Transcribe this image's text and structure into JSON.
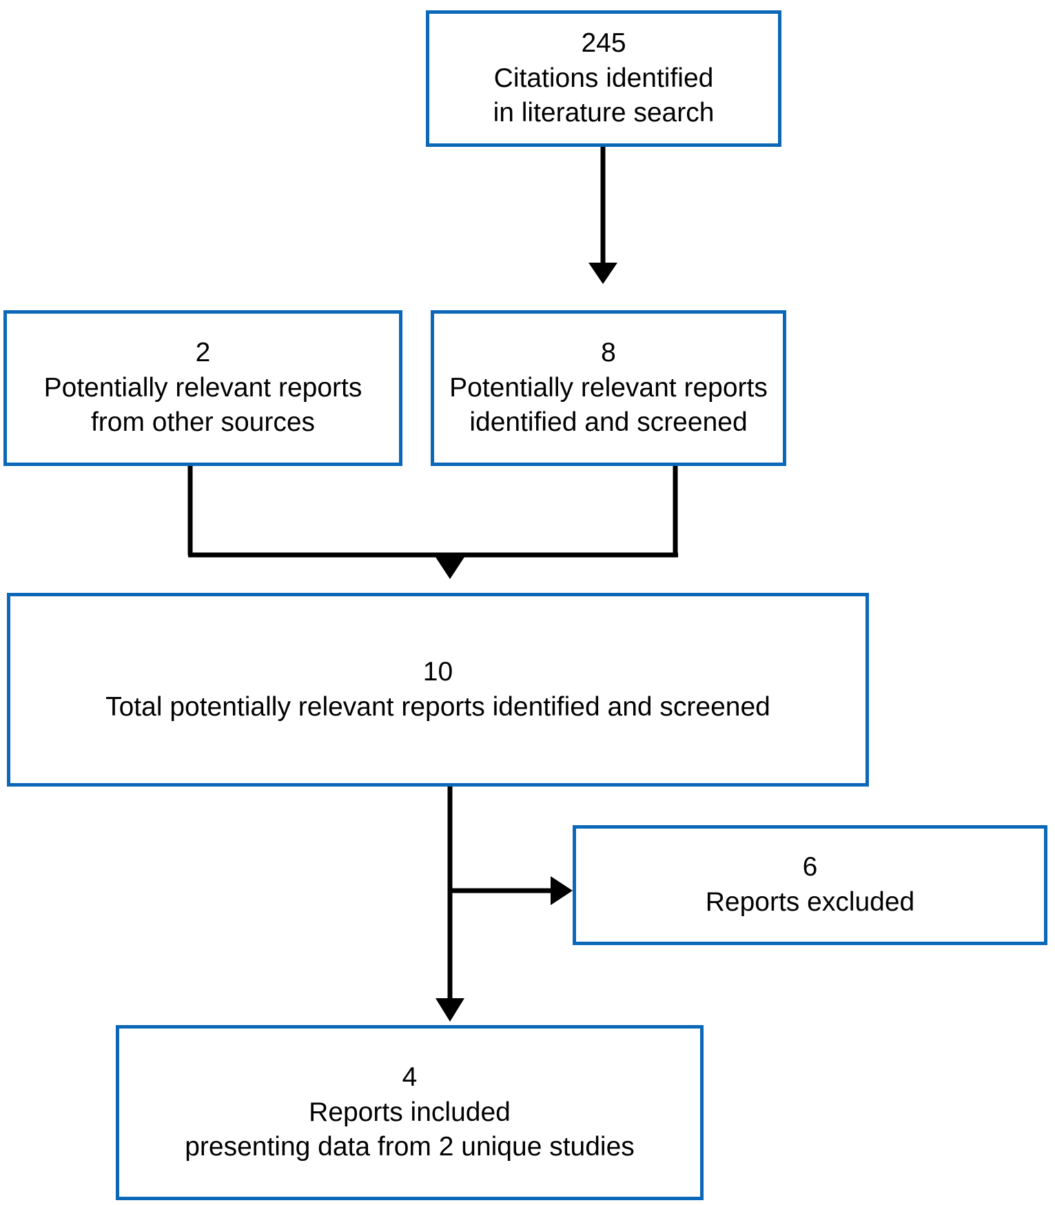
{
  "diagram": {
    "title": "PRISMA-style study selection flow diagram",
    "type": "flowchart",
    "colors": {
      "box_border": "#0b68b8",
      "arrow": "#000000",
      "text": "#000000",
      "background": "#ffffff"
    },
    "nodes": [
      {
        "id": "identified",
        "count": "245",
        "lines": [
          "Citations identified",
          "in literature search"
        ]
      },
      {
        "id": "other_sources",
        "count": "2",
        "lines": [
          "Potentially relevant reports",
          "from other sources"
        ]
      },
      {
        "id": "screened",
        "count": "8",
        "lines": [
          "Potentially relevant reports",
          "identified and screened"
        ]
      },
      {
        "id": "total",
        "count": "10",
        "lines": [
          "Total potentially relevant reports identified and screened"
        ]
      },
      {
        "id": "excluded",
        "count": "6",
        "lines": [
          "Reports excluded"
        ]
      },
      {
        "id": "included",
        "count": "4",
        "lines": [
          "Reports included",
          "presenting data from 2 unique studies"
        ]
      }
    ],
    "edges": [
      {
        "id": "identified-to-screened",
        "from": "identified",
        "to": "screened",
        "arrow": "down"
      },
      {
        "id": "other-sources-to-total",
        "from": "other_sources",
        "to": "total",
        "arrow": "down"
      },
      {
        "id": "screened-to-total",
        "from": "screened",
        "to": "total",
        "arrow": "down"
      },
      {
        "id": "total-to-excluded",
        "from": "total",
        "to": "excluded",
        "arrow": "right"
      },
      {
        "id": "total-to-included",
        "from": "total",
        "to": "included",
        "arrow": "down"
      }
    ]
  }
}
